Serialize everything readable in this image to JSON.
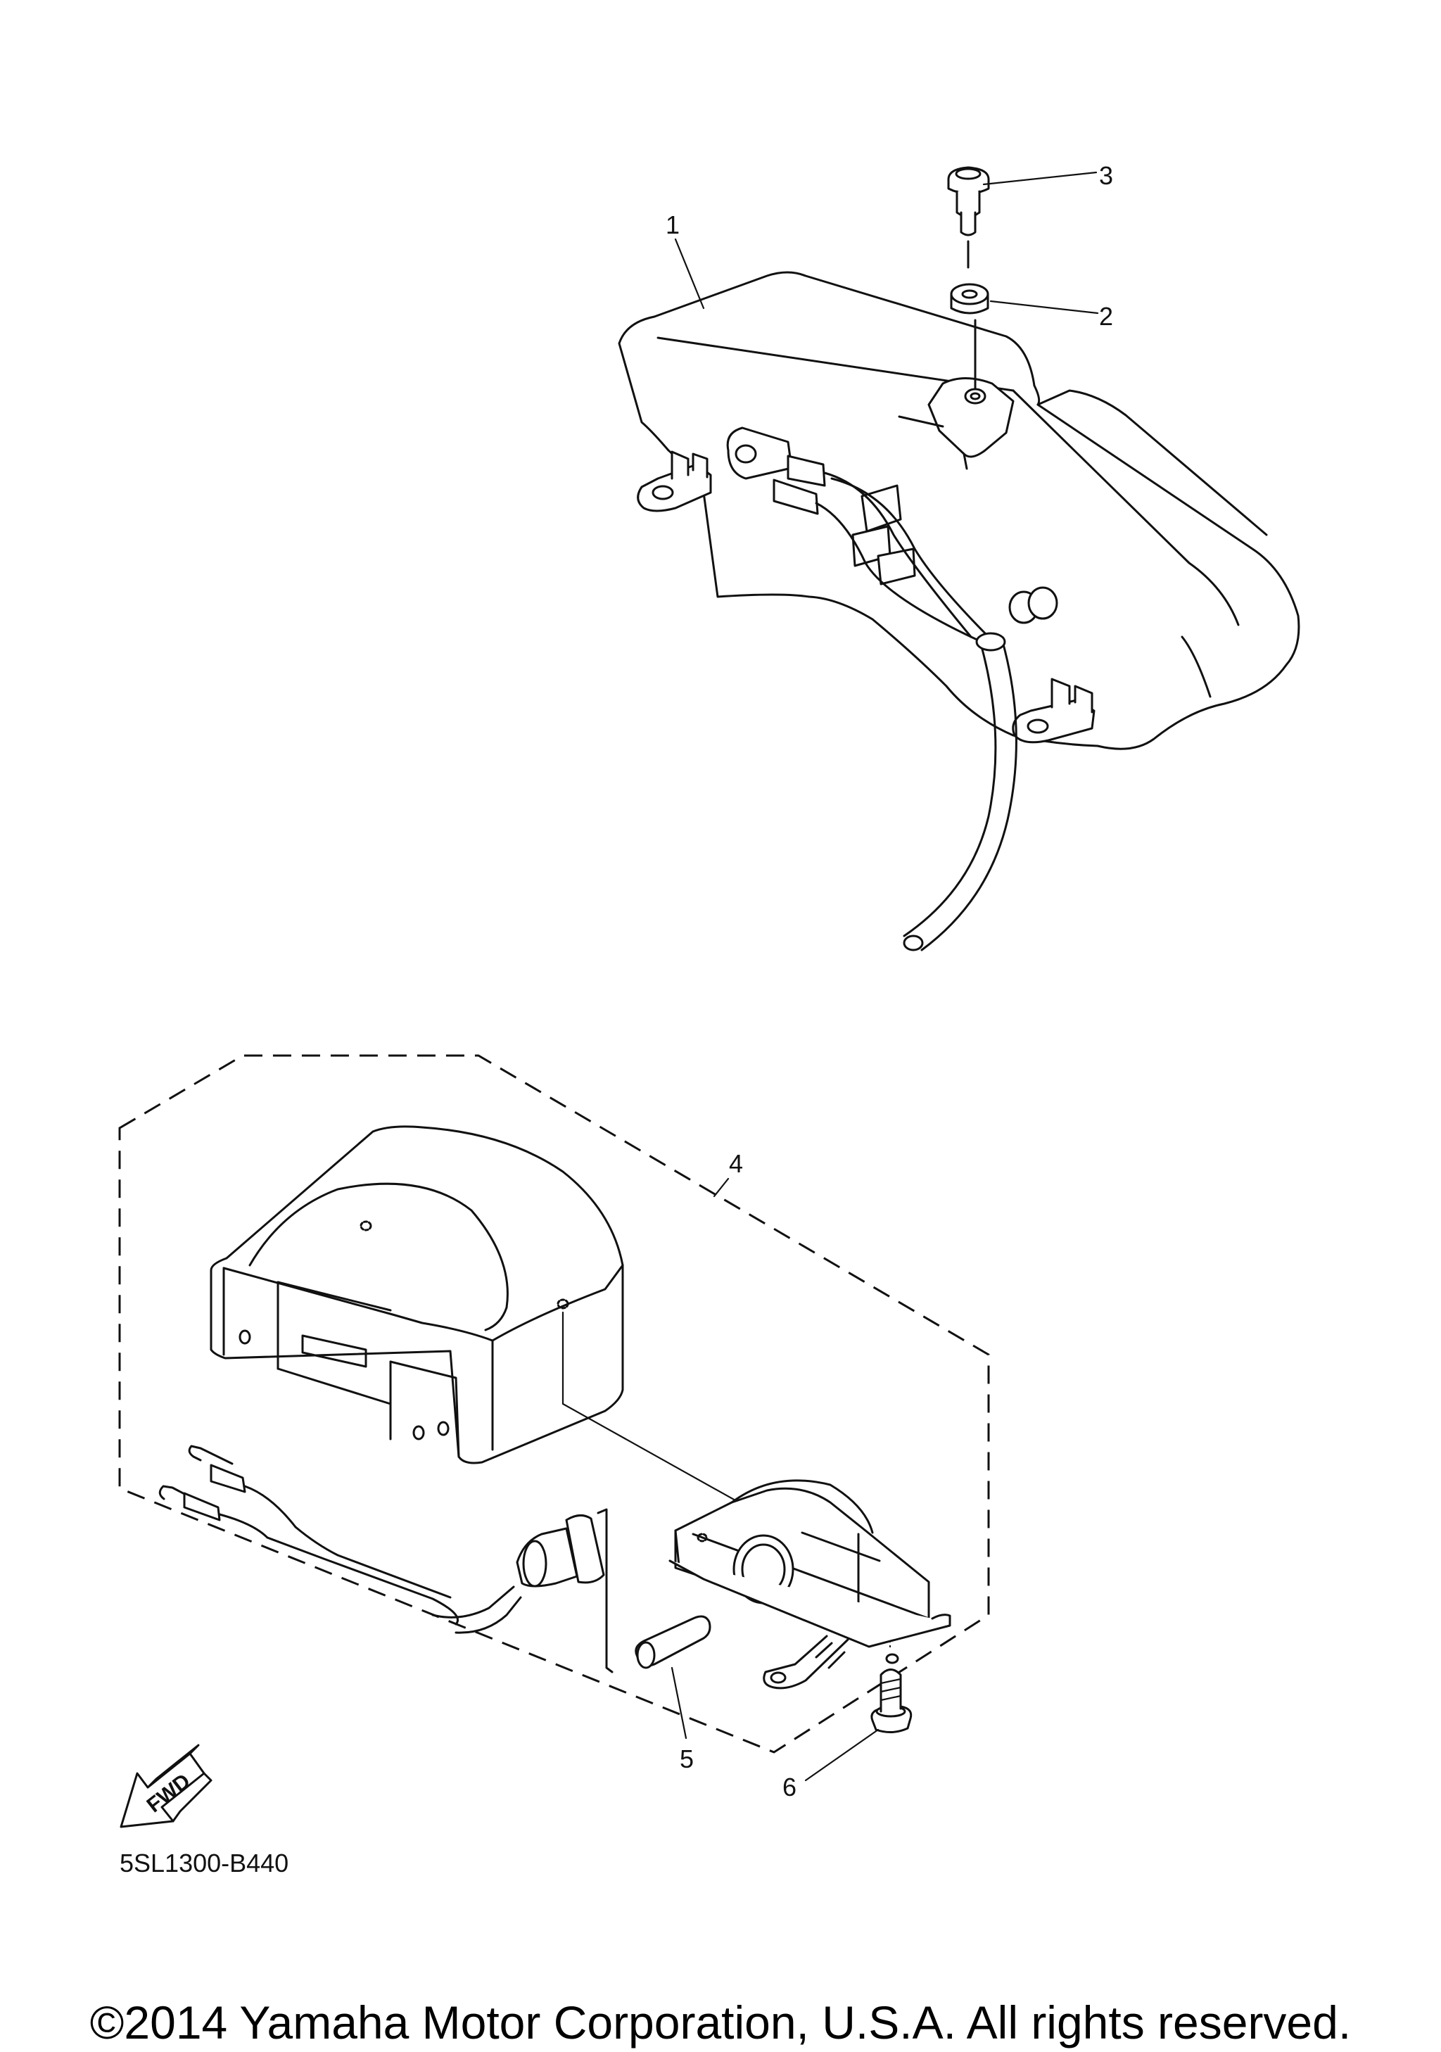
{
  "diagram": {
    "part_number_labels": [
      "1",
      "2",
      "3",
      "4",
      "5",
      "6"
    ],
    "fwd_badge": "FWD",
    "drawing_code": "5SL1300-B440"
  },
  "footer": {
    "copyright": "©2014 Yamaha Motor Corporation, U.S.A. All rights reserved."
  }
}
